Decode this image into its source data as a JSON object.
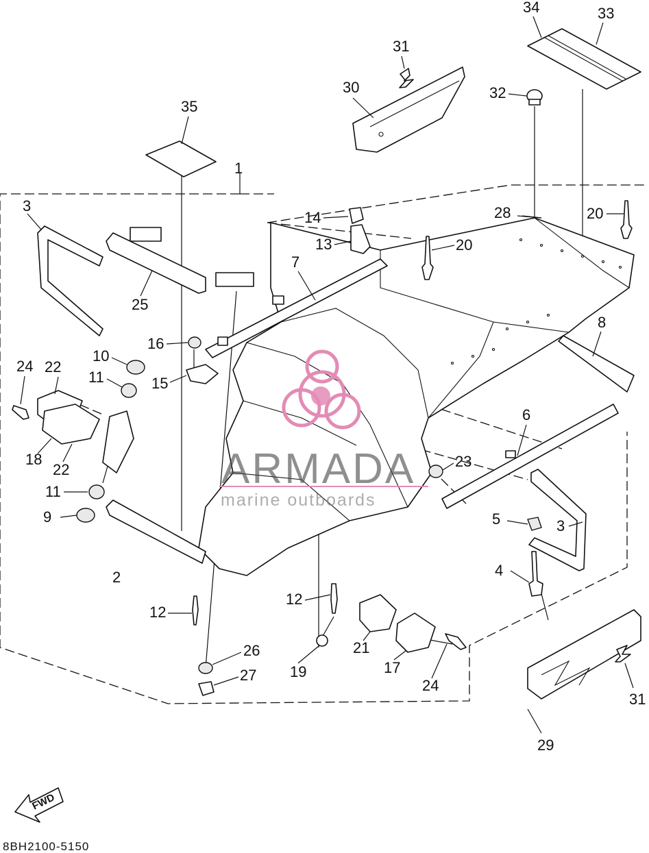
{
  "diagram": {
    "part_code": "8BH2100-5150",
    "fwd_label": "FWD",
    "watermark": {
      "brand": "ARMADA",
      "tagline": "marine outboards"
    },
    "callouts": [
      "1",
      "2",
      "3",
      "3",
      "4",
      "5",
      "6",
      "7",
      "8",
      "9",
      "10",
      "11",
      "11",
      "12",
      "12",
      "13",
      "14",
      "15",
      "16",
      "17",
      "18",
      "19",
      "20",
      "20",
      "21",
      "22",
      "22",
      "23",
      "24",
      "24",
      "25",
      "26",
      "27",
      "28",
      "29",
      "30",
      "31",
      "31",
      "32",
      "33",
      "34",
      "35"
    ]
  }
}
